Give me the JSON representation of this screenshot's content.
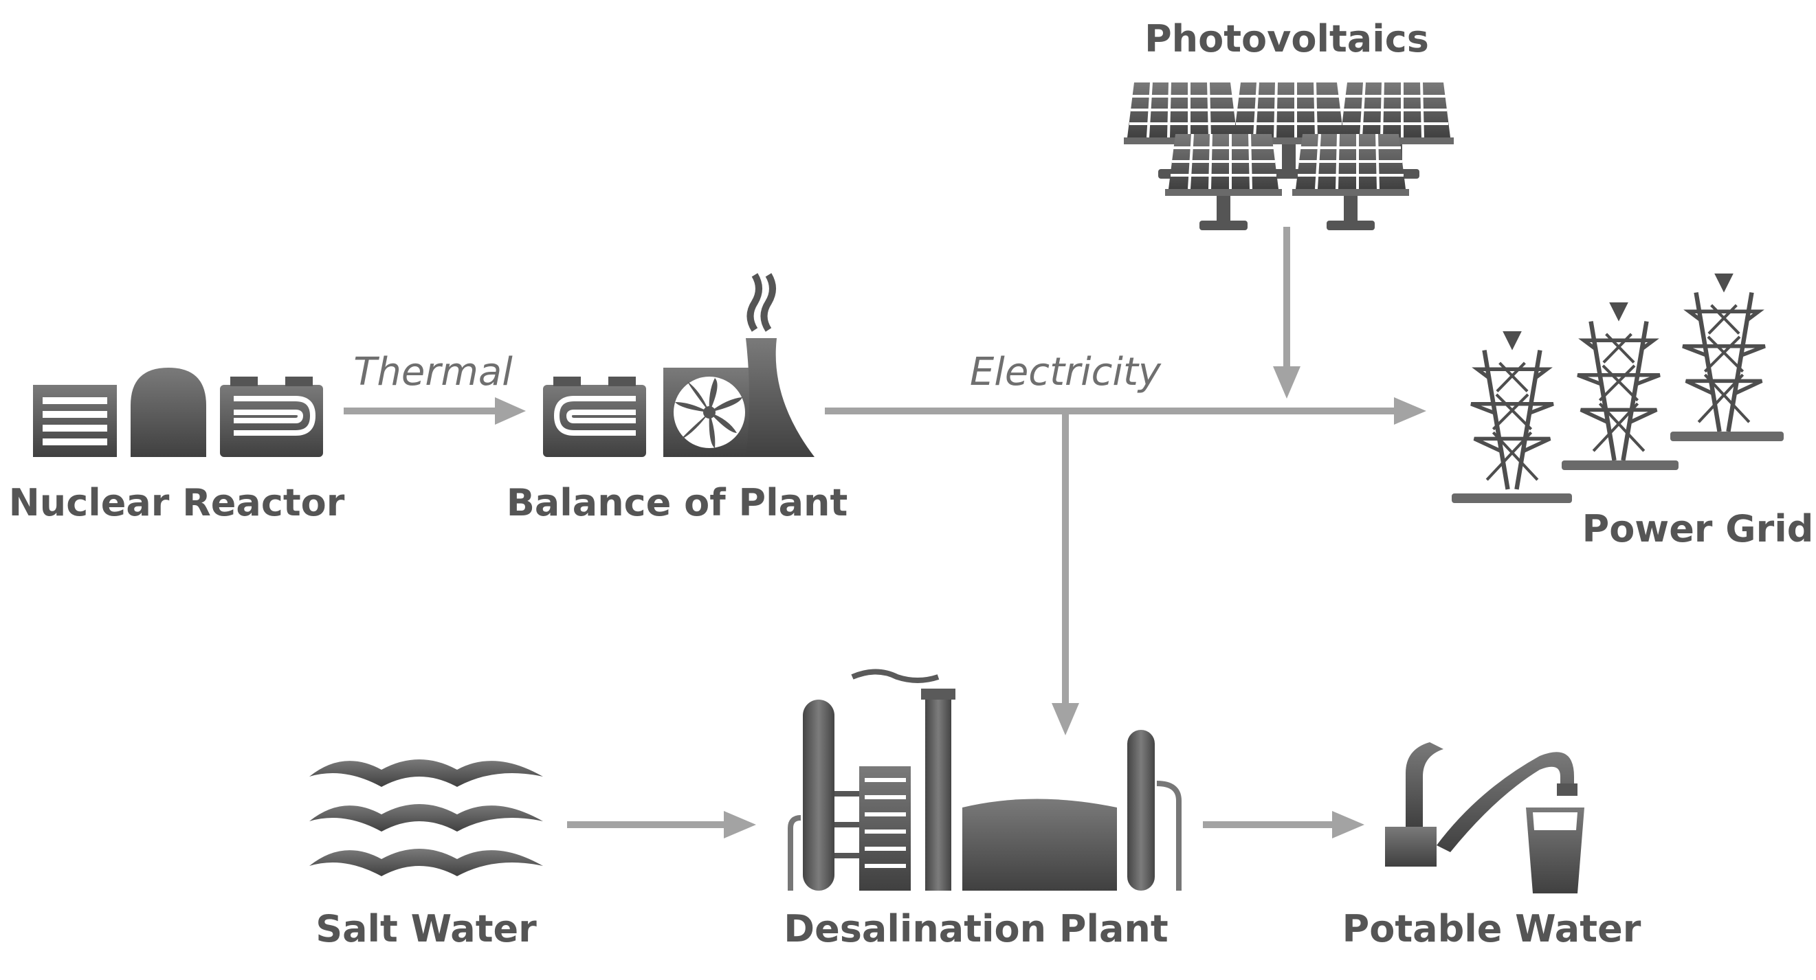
{
  "nodes": {
    "nuclear_reactor": "Nuclear Reactor",
    "balance_of_plant": "Balance of Plant",
    "photovoltaics": "Photovoltaics",
    "power_grid": "Power Grid",
    "salt_water": "Salt Water",
    "desalination_plant": "Desalination Plant",
    "potable_water": "Potable Water"
  },
  "flows": {
    "thermal": "Thermal",
    "electricity": "Electricity"
  },
  "edges": [
    {
      "from": "nuclear_reactor",
      "to": "balance_of_plant",
      "label": "Thermal"
    },
    {
      "from": "balance_of_plant",
      "to": "power_grid",
      "label": "Electricity"
    },
    {
      "from": "photovoltaics",
      "to": "power_grid"
    },
    {
      "from": "balance_of_plant",
      "to": "desalination_plant"
    },
    {
      "from": "salt_water",
      "to": "desalination_plant"
    },
    {
      "from": "desalination_plant",
      "to": "potable_water"
    }
  ],
  "colors": {
    "icon": "#5a5a5a",
    "arrow": "#a3a3a3",
    "label": "#555555"
  }
}
